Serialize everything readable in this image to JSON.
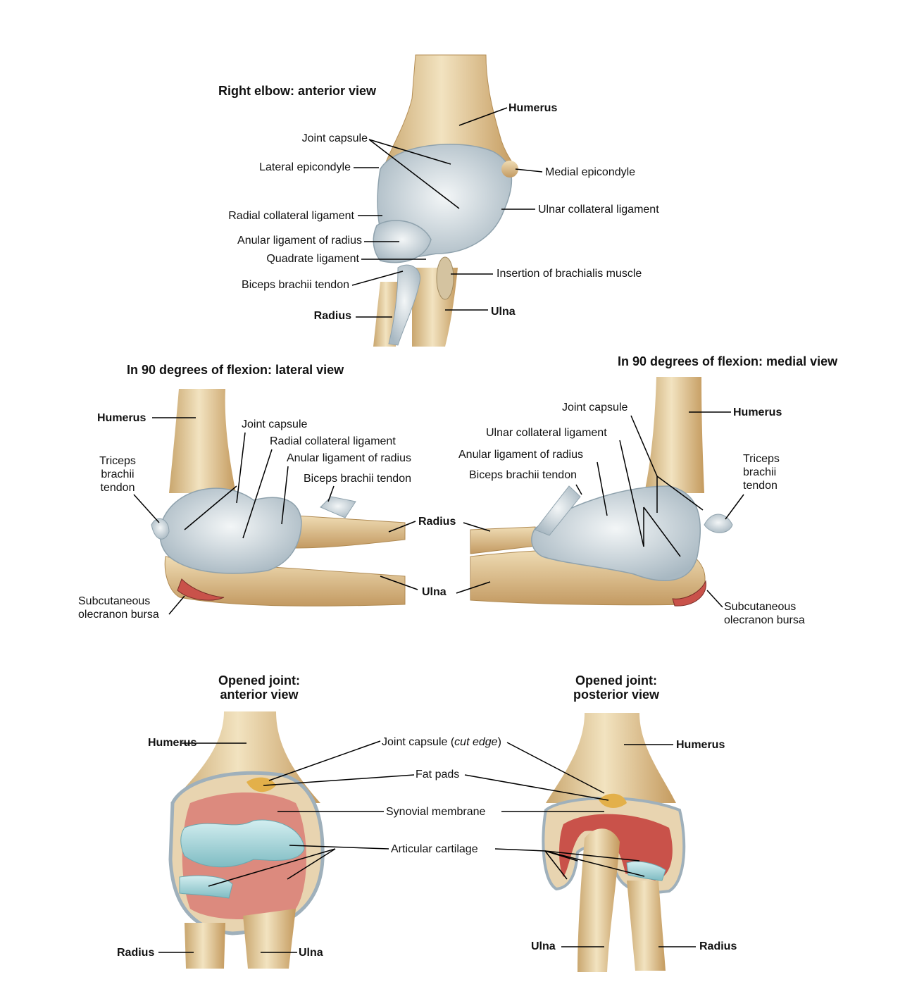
{
  "colors": {
    "bone": "#ead8b0",
    "bone_shade": "#c9a66e",
    "ligament": "#dfe6ea",
    "ligament_shade": "#9fb0bb",
    "cartilage": "#a9d6da",
    "synovial": "#d9837a",
    "fat": "#e3b04a",
    "leader": "#000000"
  },
  "top_view": {
    "title": "Right elbow: anterior view",
    "labels": {
      "humerus": "Humerus",
      "joint_capsule": "Joint capsule",
      "lateral_epicondyle": "Lateral epicondyle",
      "medial_epicondyle": "Medial epicondyle",
      "radial_collateral": "Radial collateral ligament",
      "ulnar_collateral": "Ulnar collateral ligament",
      "anular": "Anular ligament of radius",
      "quadrate": "Quadrate ligament",
      "insertion_brachialis": "Insertion of brachialis muscle",
      "biceps_tendon": "Biceps brachii tendon",
      "radius": "Radius",
      "ulna": "Ulna"
    }
  },
  "lateral_view": {
    "title": "In 90 degrees of flexion: lateral view",
    "labels": {
      "humerus": "Humerus",
      "joint_capsule": "Joint capsule",
      "radial_collateral": "Radial collateral ligament",
      "anular": "Anular ligament of radius",
      "biceps_tendon": "Biceps brachii tendon",
      "triceps_1": "Triceps",
      "triceps_2": "brachii",
      "triceps_3": "tendon",
      "radius": "Radius",
      "ulna": "Ulna",
      "bursa_1": "Subcutaneous",
      "bursa_2": "olecranon bursa"
    }
  },
  "medial_view": {
    "title": "In 90 degrees of flexion: medial view",
    "labels": {
      "joint_capsule": "Joint capsule",
      "humerus": "Humerus",
      "ulnar_collateral": "Ulnar collateral ligament",
      "anular": "Anular ligament of radius",
      "biceps_tendon": "Biceps brachii tendon",
      "triceps_1": "Triceps",
      "triceps_2": "brachii",
      "triceps_3": "tendon",
      "bursa_1": "Subcutaneous",
      "bursa_2": "olecranon bursa"
    }
  },
  "opened_anterior": {
    "title_1": "Opened joint:",
    "title_2": "anterior view",
    "labels": {
      "humerus": "Humerus",
      "radius": "Radius",
      "ulna": "Ulna"
    }
  },
  "opened_posterior": {
    "title_1": "Opened joint:",
    "title_2": "posterior view",
    "labels": {
      "humerus": "Humerus",
      "ulna": "Ulna",
      "radius": "Radius"
    }
  },
  "shared_labels": {
    "joint_capsule_cut_prefix": "Joint capsule (",
    "joint_capsule_cut_italic": "cut edge",
    "joint_capsule_cut_suffix": ")",
    "fat_pads": "Fat pads",
    "synovial_membrane": "Synovial membrane",
    "articular_cartilage": "Articular cartilage"
  }
}
